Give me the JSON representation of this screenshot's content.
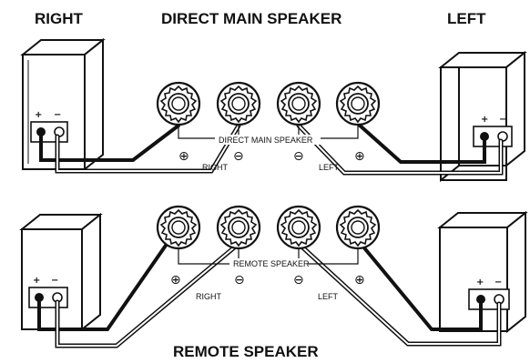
{
  "labels": {
    "right": "RIGHT",
    "direct_main_speaker": "DIRECT  MAIN SPEAKER",
    "left": "LEFT",
    "remote_speaker": "REMOTE  SPEAKER"
  },
  "terminals": {
    "direct_bus": "DIRECT MAIN SPEAKER",
    "remote_bus": "REMOTE SPEAKER",
    "right": "RIGHT",
    "left": "LEFT",
    "plus": "⊕",
    "minus": "⊖",
    "box_plus": "+",
    "box_minus": "−"
  }
}
